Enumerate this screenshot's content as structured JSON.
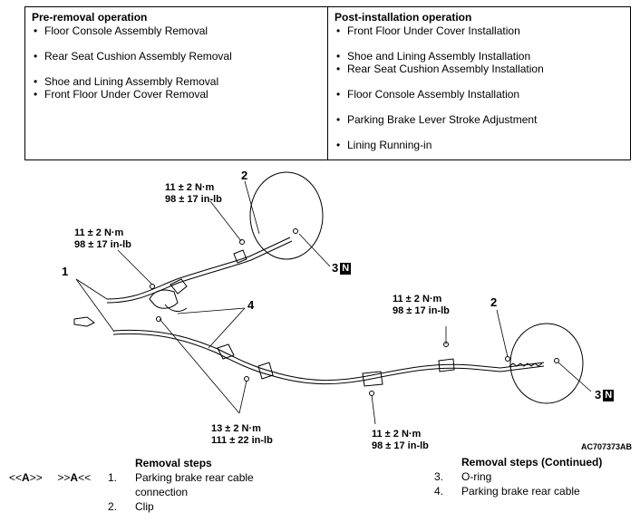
{
  "operations": {
    "pre": {
      "header": "Pre-removal operation",
      "items": [
        "Floor Console Assembly Removal",
        "Rear Seat Cushion Assembly Removal",
        "Shoe and Lining Assembly Removal",
        "Front Floor Under Cover Removal"
      ]
    },
    "post": {
      "header": "Post-installation operation",
      "items": [
        "Front Floor Under Cover Installation",
        "Shoe and Lining Assembly Installation",
        "Rear Seat Cushion Assembly Installation",
        "Floor Console Assembly Installation",
        "Parking Brake Lever Stroke  Adjustment",
        "Lining Running-in"
      ]
    }
  },
  "diagram": {
    "torques": {
      "t1": [
        "11 ± 2 N·m",
        "98 ± 17 in-lb"
      ],
      "t2": [
        "11 ± 2 N·m",
        "98 ± 17 in-lb"
      ],
      "t3": [
        "11 ± 2 N·m",
        "98 ± 17 in-lb"
      ],
      "t4": [
        "11 ± 2 N·m",
        "98 ± 17 in-lb"
      ],
      "t5": [
        "13 ± 2 N·m",
        "111 ± 22 in-lb"
      ]
    },
    "callouts": {
      "c1": "1",
      "c2a": "2",
      "c2b": "2",
      "c3a": "3",
      "c3b": "3",
      "c4": "4",
      "n": "N"
    },
    "figure_id": "AC707373AB"
  },
  "removal_steps": {
    "title": "Removal steps",
    "mark_open": "<<",
    "mark_a": "A",
    "mark_close": ">>",
    "mark2_open": ">>",
    "mark2_a": "A",
    "mark2_close": "<<",
    "steps": [
      {
        "num": "1.",
        "text": "Parking brake rear cable connection"
      },
      {
        "num": "2.",
        "text": "Clip"
      }
    ]
  },
  "removal_steps_continued": {
    "title": "Removal steps (Continued)",
    "steps": [
      {
        "num": "3.",
        "text": "O-ring"
      },
      {
        "num": "4.",
        "text": "Parking brake rear cable"
      }
    ]
  }
}
